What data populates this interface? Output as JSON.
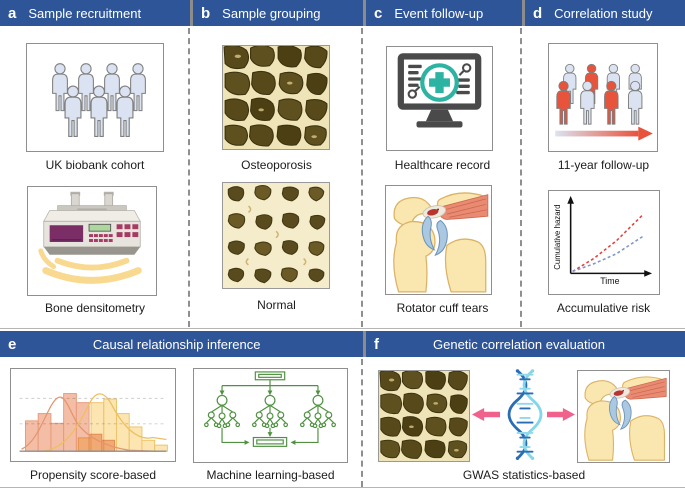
{
  "panels": {
    "a": {
      "letter": "a",
      "title": "Sample recruitment",
      "captions": [
        "UK biobank cohort",
        "Bone densitometry"
      ]
    },
    "b": {
      "letter": "b",
      "title": "Sample grouping",
      "captions": [
        "Osteoporosis",
        "Normal"
      ]
    },
    "c": {
      "letter": "c",
      "title": "Event follow-up",
      "captions": [
        "Healthcare record",
        "Rotator cuff tears"
      ]
    },
    "d": {
      "letter": "d",
      "title": "Correlation study",
      "captions": [
        "11-year follow-up",
        "Accumulative risk"
      ]
    },
    "e": {
      "letter": "e",
      "title": "Causal relationship inference",
      "captions": [
        "Propensity score-based",
        "Machine learning-based"
      ]
    },
    "f": {
      "letter": "f",
      "title": "Genetic correlation evaluation",
      "captions": [
        "GWAS statistics-based"
      ]
    }
  },
  "chart_data": [
    {
      "id": "hazard_schematic",
      "type": "line",
      "xlabel": "Time",
      "ylabel": "Cumulative hazard",
      "caption": "Accumulative risk",
      "axes": "schematic arrows, no tick values shown",
      "series": [
        {
          "name": "red dashed curve (higher cumulative hazard)",
          "color": "#e0433c",
          "dash": true,
          "points": [
            [
              0,
              0
            ],
            [
              0.3,
              0.22
            ],
            [
              0.62,
              0.52
            ],
            [
              1,
              0.97
            ]
          ]
        },
        {
          "name": "blue dashed curve (lower cumulative hazard)",
          "color": "#8096c8",
          "dash": true,
          "points": [
            [
              0,
              0
            ],
            [
              0.3,
              0.13
            ],
            [
              0.62,
              0.3
            ],
            [
              1,
              0.6
            ]
          ]
        }
      ]
    },
    {
      "id": "propensity_histograms",
      "type": "area",
      "caption": "Propensity score-based",
      "axes": "schematic overlapping distributions, no tick values shown",
      "series": [
        {
          "name": "salmon distribution",
          "color": "#f2b092",
          "stroke": "#e79b7c",
          "bars": [
            0.5,
            0.62,
            0.46,
            0.95,
            0.8,
            0.28,
            0.18
          ]
        },
        {
          "name": "yellow distribution",
          "color": "#fbdf9f",
          "stroke": "#eec46a",
          "bars": [
            0.22,
            0.8,
            0.86,
            0.62,
            0.4,
            0.18,
            0.1
          ]
        }
      ]
    }
  ],
  "illustrations": {
    "crowd-icon": "crowd of human silhouettes",
    "densitometer-icon": "bone densitometry scanner device",
    "bone-osteoporosis-illustration": "osteoporotic trabecular bone micrograph",
    "bone-normal-illustration": "normal trabecular bone micrograph",
    "healthcare-monitor-icon": "computer monitor with medical cross record",
    "shoulder-illustration": "shoulder joint with rotator cuff tear",
    "followup-crowd-icon": "crowd with affected members in red and time arrow",
    "decision-trees-diagram": "random-forest style machine learning trees",
    "dna-icon": "DNA double helix",
    "link-arrow-icons": "pink arrows linking DNA to both traits"
  },
  "colors": {
    "header_bg": "#2e5597",
    "header_text": "#ffffff",
    "dashed_divider": "#8f8f8f",
    "cohort_blue": "#dbe3f2",
    "affected_red": "#e8533c",
    "teal_accent": "#2cb3a2",
    "forest_green": "#4f9140",
    "dna_dark_blue": "#2a6db5",
    "dna_light_blue": "#82d7ea",
    "link_pink": "#f0618b",
    "arc_yellow": "#f9d98f"
  }
}
